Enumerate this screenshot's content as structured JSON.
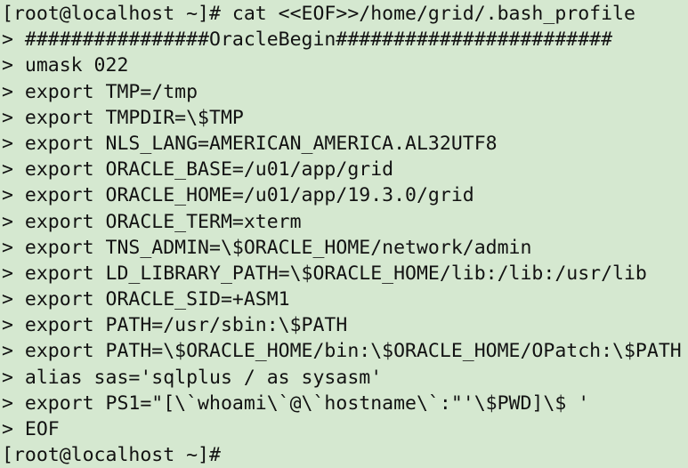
{
  "terminal": {
    "colors": {
      "background": "#d5e8d0",
      "text": "#121212"
    },
    "prompt": "[root@localhost ~]#",
    "heredoc_continuation_prefix": "> ",
    "command": "cat <<EOF>>/home/grid/.bash_profile",
    "lines": [
      "[root@localhost ~]# cat <<EOF>>/home/grid/.bash_profile",
      "> ################OracleBegin########################",
      "> umask 022",
      "> export TMP=/tmp",
      "> export TMPDIR=\\$TMP",
      "> export NLS_LANG=AMERICAN_AMERICA.AL32UTF8",
      "> export ORACLE_BASE=/u01/app/grid",
      "> export ORACLE_HOME=/u01/app/19.3.0/grid",
      "> export ORACLE_TERM=xterm",
      "> export TNS_ADMIN=\\$ORACLE_HOME/network/admin",
      "> export LD_LIBRARY_PATH=\\$ORACLE_HOME/lib:/lib:/usr/lib",
      "> export ORACLE_SID=+ASM1",
      "> export PATH=/usr/sbin:\\$PATH",
      "> export PATH=\\$ORACLE_HOME/bin:\\$ORACLE_HOME/OPatch:\\$PATH",
      "> alias sas='sqlplus / as sysasm'",
      "> export PS1=\"[\\`whoami\\`@\\`hostname\\`:\"'\\$PWD]\\$ '",
      "> EOF",
      "[root@localhost ~]#"
    ]
  }
}
